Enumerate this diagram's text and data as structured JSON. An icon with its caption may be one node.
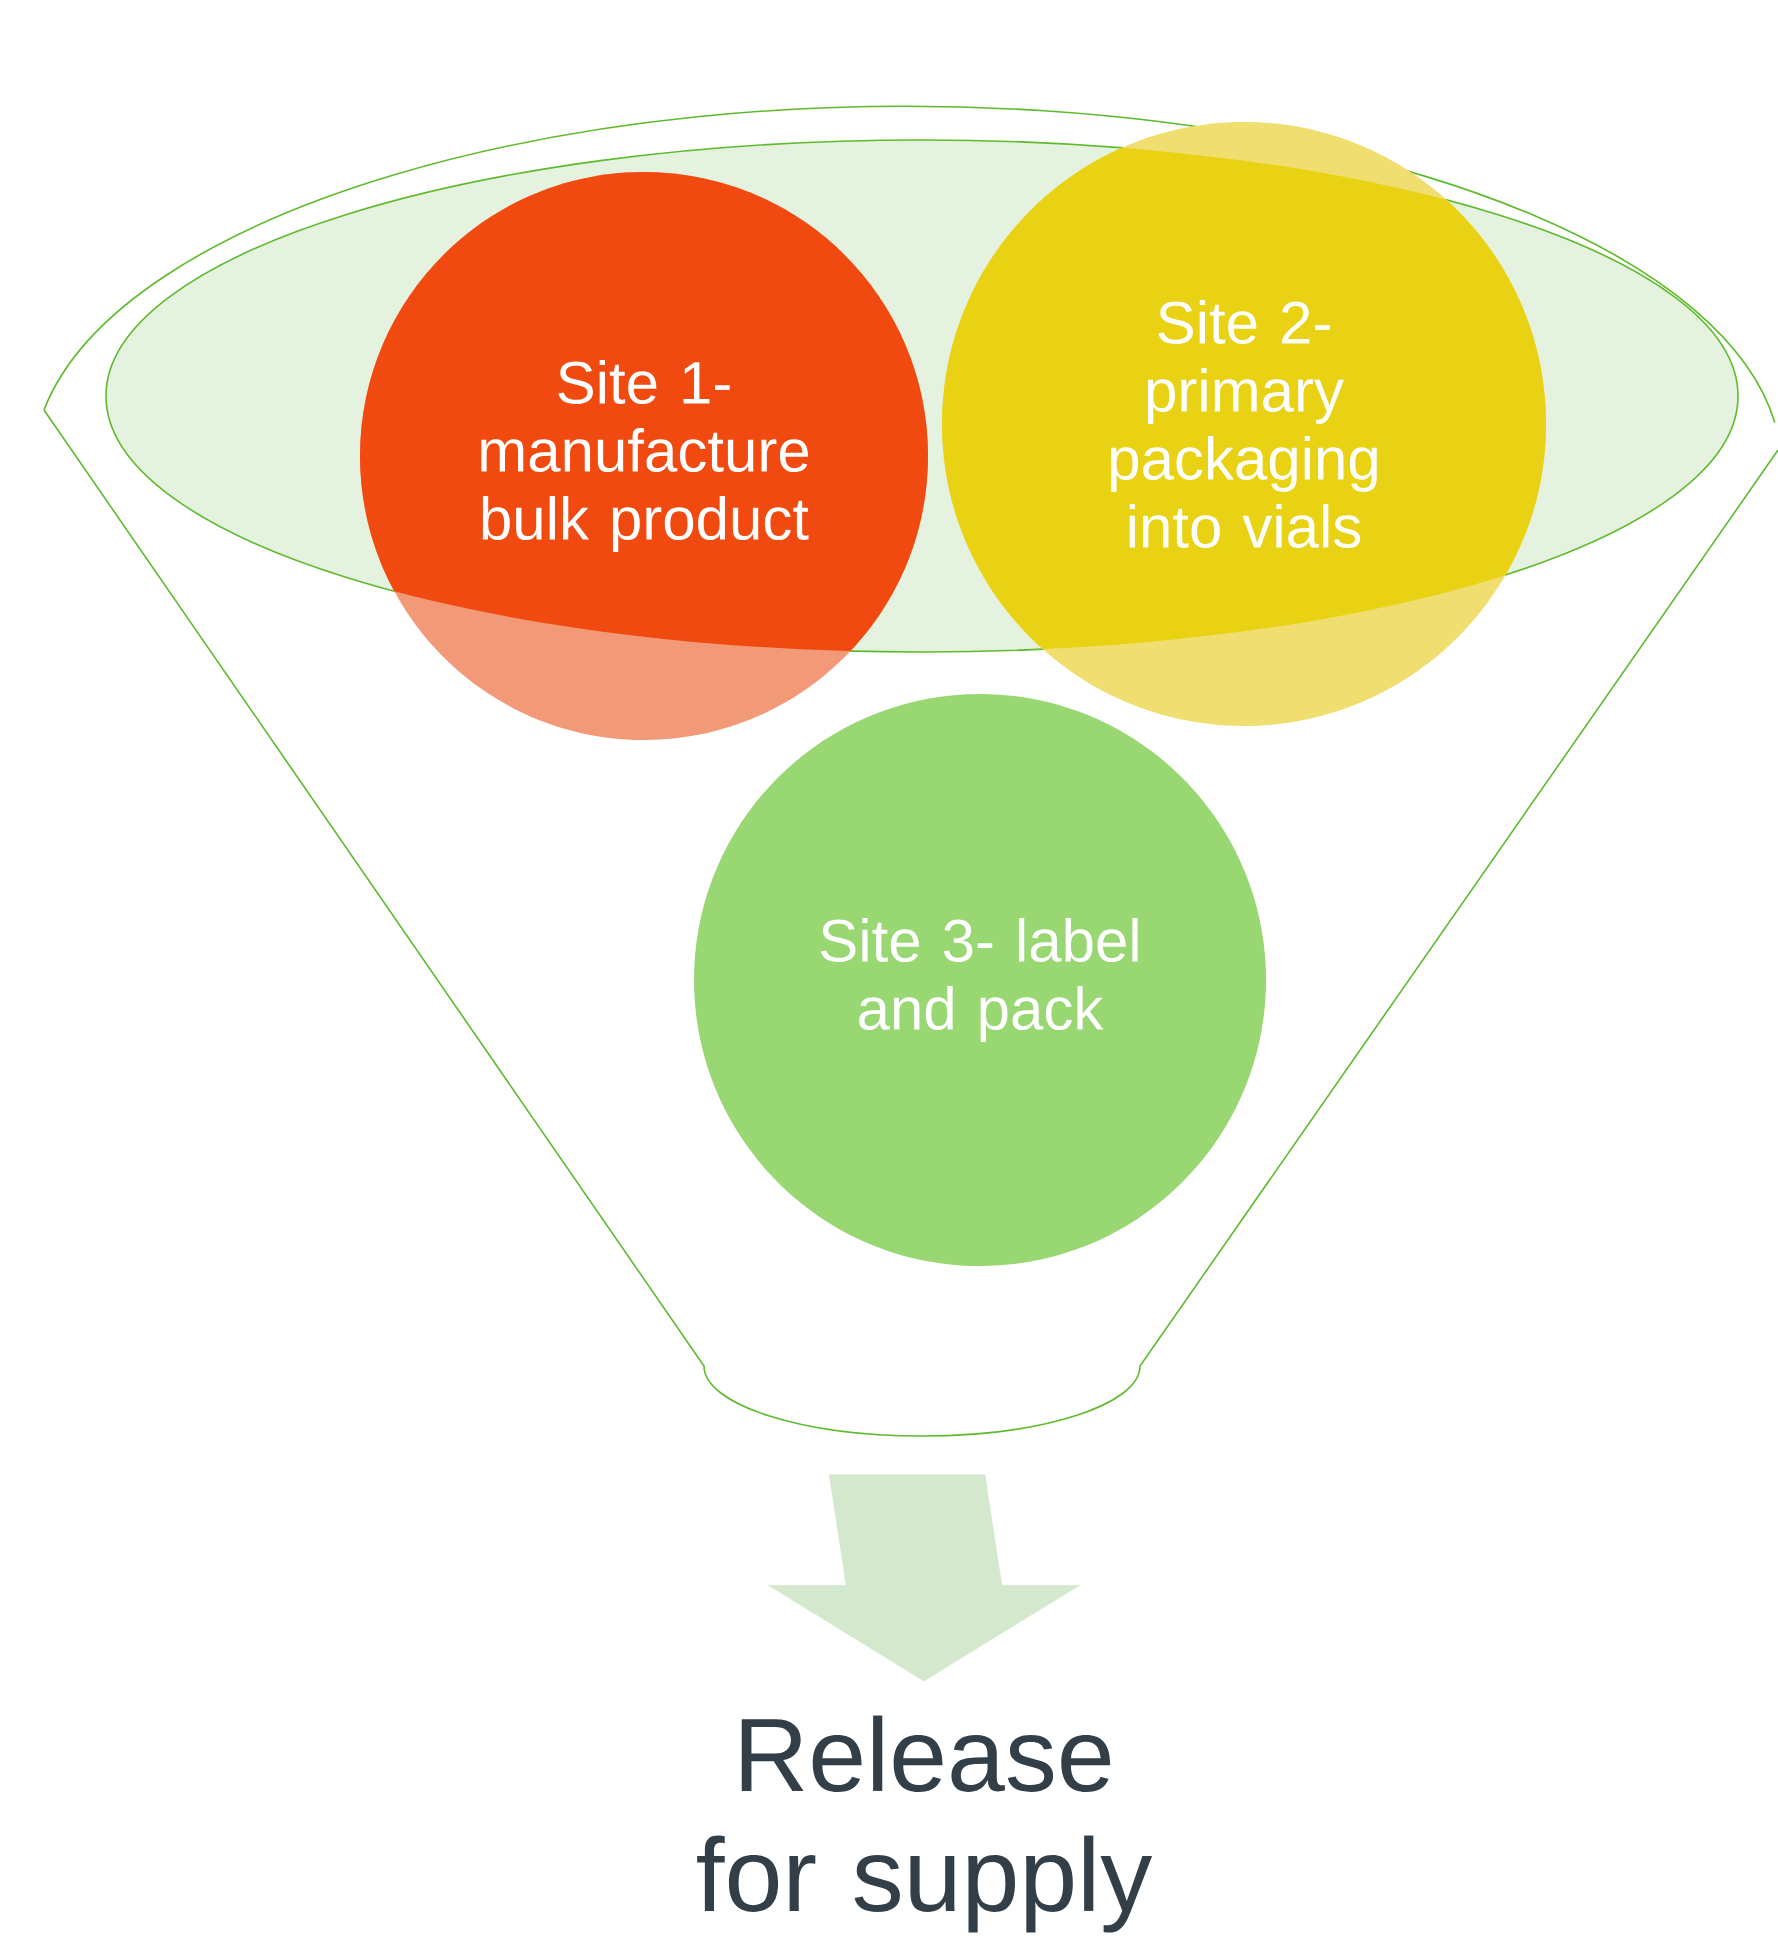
{
  "diagram": {
    "nodes": [
      {
        "text": [],
        "shape": "funnel"
      },
      {
        "text": [
          "Site 1- manufacture bulk product"
        ],
        "in": 0
      },
      {
        "text": [
          "Site 2- primary packaging into vials"
        ],
        "in": 0
      },
      {
        "text": [
          "Site 3- label and pack"
        ],
        "in": 0
      },
      {
        "text": [
          "Release for supply"
        ]
      }
    ],
    "edges": [
      {
        "from": 0,
        "to": 4,
        "arrow": "to"
      }
    ]
  }
}
